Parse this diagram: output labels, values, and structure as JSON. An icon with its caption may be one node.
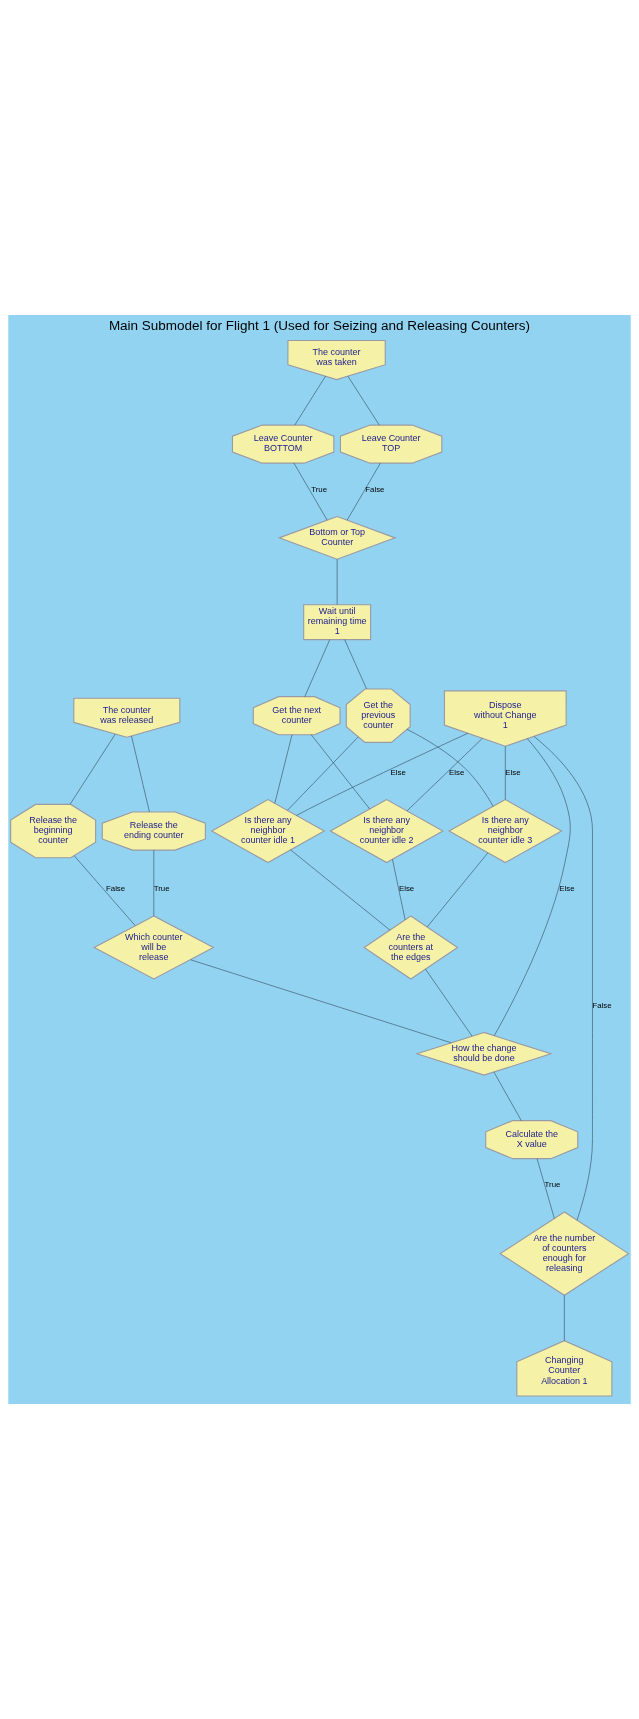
{
  "diagram": {
    "title": "Main Submodel for Flight 1 (Used for Seizing and Releasing Counters)",
    "nodes": [
      {
        "text": [
          "Changing Counter Allocation 1"
        ]
      },
      {
        "text": [
          "Are the number of counters enough for releasing"
        ]
      },
      {
        "text": [
          "Calculate the X value"
        ]
      },
      {
        "text": [
          "How the change should be done"
        ]
      },
      {
        "text": [
          "Are the counters at the edges"
        ]
      },
      {
        "text": [
          "Is there any neighbor counter idle 3"
        ]
      },
      {
        "text": [
          "Is there any neighbor counter idle 1"
        ]
      },
      {
        "text": [
          "Is there any neighbor counter idle 2"
        ]
      },
      {
        "text": [
          "Get the previous counter"
        ]
      },
      {
        "text": [
          "Get the next counter"
        ]
      },
      {
        "text": [
          "Wait until remaining time 1"
        ]
      },
      {
        "text": [
          "Bottom or Top Counter"
        ]
      },
      {
        "text": [
          "Leave Counter BOTTOM"
        ]
      },
      {
        "text": [
          "Leave Counter TOP"
        ]
      },
      {
        "text": [
          "The counter was taken"
        ]
      },
      {
        "text": [
          "Which counter will be release"
        ]
      },
      {
        "text": [
          "Release the ending counter"
        ]
      },
      {
        "text": [
          "Release the beginning counter"
        ]
      },
      {
        "text": [
          "The counter was released"
        ]
      },
      {
        "text": [
          "Dispose without Change 1"
        ]
      }
    ],
    "edges": [
      {
        "from": 0,
        "to": 1,
        "arrow": "none"
      },
      {
        "from": 1,
        "to": 2,
        "arrow": "none",
        "label": "True"
      },
      {
        "from": 1,
        "to": 19,
        "arrow": "none",
        "label": "False"
      },
      {
        "from": 2,
        "to": 3,
        "arrow": "none"
      },
      {
        "from": 3,
        "to": 4,
        "arrow": "none"
      },
      {
        "from": 3,
        "to": 15,
        "arrow": "none"
      },
      {
        "from": 3,
        "to": 19,
        "arrow": "none",
        "label": "Else"
      },
      {
        "from": 4,
        "to": 5,
        "arrow": "none"
      },
      {
        "from": 4,
        "to": 6,
        "arrow": "none"
      },
      {
        "from": 4,
        "to": 7,
        "arrow": "none",
        "label": "Else"
      },
      {
        "from": 5,
        "to": 8,
        "arrow": "none"
      },
      {
        "from": 5,
        "to": 19,
        "arrow": "none",
        "label": "Else"
      },
      {
        "from": 6,
        "to": 8,
        "arrow": "none"
      },
      {
        "from": 6,
        "to": 9,
        "arrow": "none"
      },
      {
        "from": 6,
        "to": 19,
        "arrow": "none",
        "label": "Else"
      },
      {
        "from": 7,
        "to": 9,
        "arrow": "none"
      },
      {
        "from": 7,
        "to": 19,
        "arrow": "none",
        "label": "Else"
      },
      {
        "from": 8,
        "to": 10,
        "arrow": "none"
      },
      {
        "from": 9,
        "to": 10,
        "arrow": "none"
      },
      {
        "from": 10,
        "to": 11,
        "arrow": "none"
      },
      {
        "from": 11,
        "to": 12,
        "arrow": "none",
        "label": "True"
      },
      {
        "from": 11,
        "to": 13,
        "arrow": "none",
        "label": "False"
      },
      {
        "from": 12,
        "to": 14,
        "arrow": "none"
      },
      {
        "from": 13,
        "to": 14,
        "arrow": "none"
      },
      {
        "from": 15,
        "to": 16,
        "arrow": "none",
        "label": "True"
      },
      {
        "from": 15,
        "to": 17,
        "arrow": "none",
        "label": "False"
      },
      {
        "from": 16,
        "to": 18,
        "arrow": "none"
      },
      {
        "from": 17,
        "to": 18,
        "arrow": "none"
      }
    ]
  }
}
